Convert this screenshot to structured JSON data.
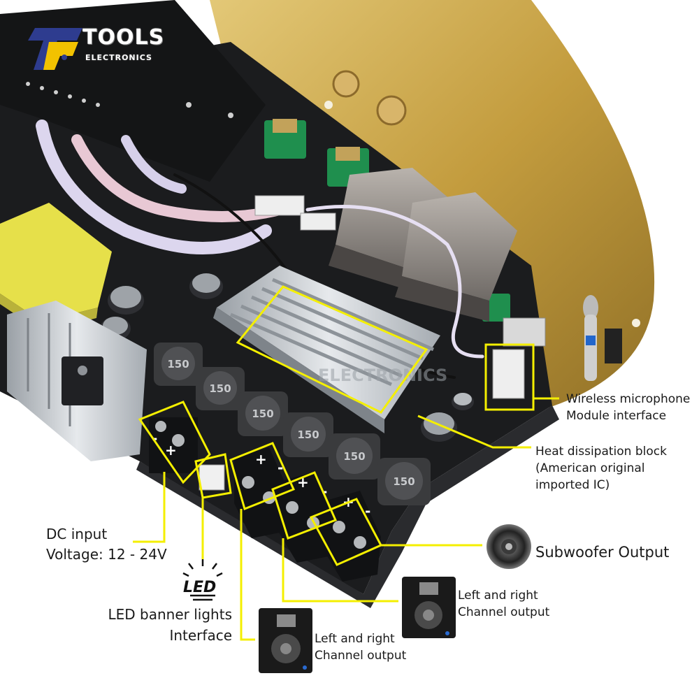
{
  "brand": {
    "name": "TOOLS",
    "subtitle": "ELECTRONICS",
    "watermark": "ELECTRONICS"
  },
  "components": {
    "heatsink_marking": "150",
    "terminal_minus": "-",
    "terminal_plus": "+"
  },
  "labels": {
    "wireless_mic": [
      "Wireless microphone",
      "Module interface"
    ],
    "heat_dissipation": [
      "Heat dissipation block",
      "(American original",
      "imported IC)"
    ],
    "subwoofer": "Subwoofer Output",
    "dc_input": [
      "DC input",
      "Voltage: 12 - 24V"
    ],
    "led_icon_text": "LED",
    "led_interface": [
      "LED banner lights",
      "Interface"
    ],
    "left_right_upper": [
      "Left and right",
      "Channel output"
    ],
    "left_right_lower": [
      "Left and right",
      "Channel output"
    ]
  },
  "colors": {
    "callout": "#f4ef00",
    "label_text": "#1a1a1a",
    "pcb": "#1b1c1e",
    "panel_gold": "#c9a74a",
    "heatsink": "#c8ccd0",
    "inductor": "#3a3b3d",
    "relay": "#8a8c90",
    "capacitor_green": "#1f8f4e",
    "logo_blue": "#2e3c8f",
    "logo_yellow": "#f2c200"
  }
}
